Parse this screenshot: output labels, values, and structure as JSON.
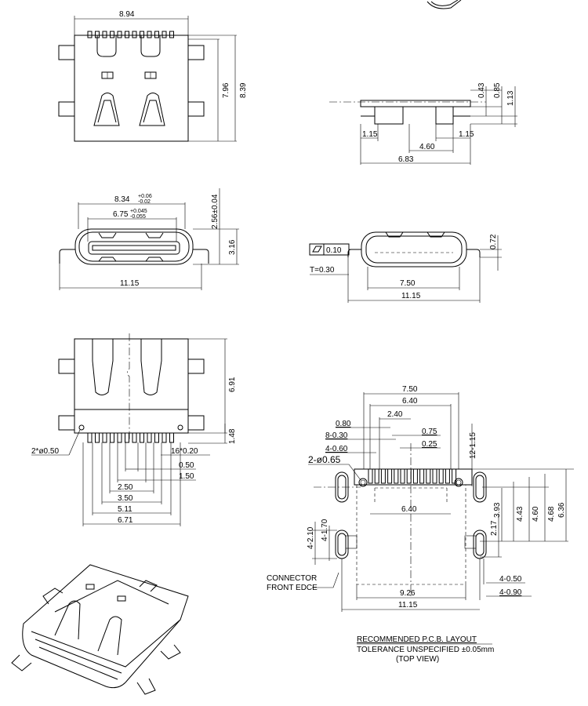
{
  "top_view": {
    "width": "8.94",
    "body_len": "7.96",
    "total_len": "8.39"
  },
  "side_view": {
    "h1": "0.43",
    "h2": "0.85",
    "h3": "1.13",
    "left": "1.15",
    "mid": "4.60",
    "right": "1.15",
    "total": "6.83"
  },
  "front_view": {
    "outer": "8.34",
    "outer_tol_plus": "+0.06",
    "outer_tol_minus": "-0.02",
    "inner": "6.75",
    "inner_tol_plus": "+0.045",
    "inner_tol_minus": "-0.055",
    "height": "2.56±0.04",
    "total_height": "3.16",
    "total_width": "11.15"
  },
  "front_view_2": {
    "flatness_value": "0.10",
    "thickness": "T=0.30",
    "lead_height": "0.72",
    "lead_span": "7.50",
    "total_width": "11.15"
  },
  "bottom_view": {
    "length": "6.91",
    "tail": "1.48",
    "holes": "2*ø0.50",
    "pins": "16*0.20",
    "pitch": [
      "0.50",
      "1.50",
      "2.50",
      "3.50",
      "5.11",
      "6.71"
    ]
  },
  "pcb_layout": {
    "top_dims": [
      "7.50",
      "6.40",
      "2.40"
    ],
    "left_labels": [
      "0.80",
      "8-0.30",
      "4-0.60"
    ],
    "right_labels": [
      "0.75",
      "0.25"
    ],
    "holes": "2-ø0.65",
    "pad_len": "12-1.15",
    "inner_width": "6.40",
    "vertical_left": [
      "4-2.10",
      "4-1.70"
    ],
    "vertical_right": [
      "3.93",
      "4.43",
      "4.60",
      "4.68",
      "6.36"
    ],
    "bottom_small": "2.17",
    "slot_a": "4-0.50",
    "slot_b": "4-0.90",
    "width_inner": "9.26",
    "width_total": "11.15",
    "connector_note": [
      "CONNECTOR",
      "FRONT EDCE"
    ],
    "title": "RECOMMENDED   P.C.B. LAYOUT",
    "tolerance": "TOLERANCE UNSPECIFIED ±0.05mm",
    "view": "(TOP VIEW)"
  }
}
